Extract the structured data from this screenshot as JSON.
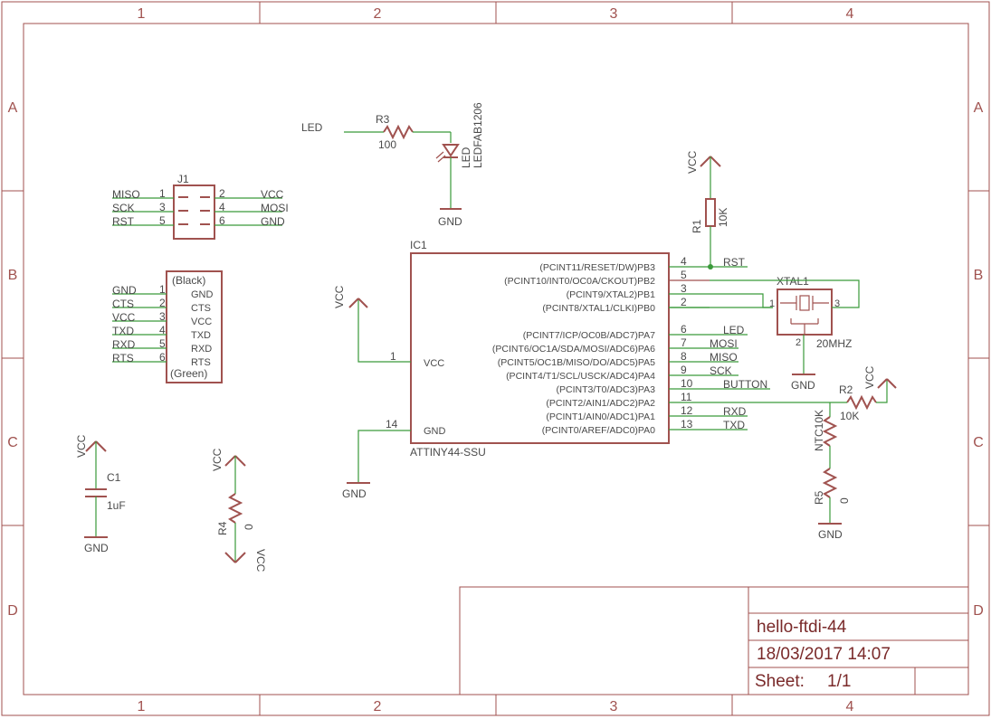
{
  "frame": {
    "columns": [
      "1",
      "2",
      "3",
      "4"
    ],
    "rows": [
      "A",
      "B",
      "C",
      "D"
    ]
  },
  "title_block": {
    "title": "hello-ftdi-44",
    "date": "18/03/2017 14:07",
    "sheet_label": "Sheet:",
    "sheet_value": "1/1"
  },
  "components": {
    "r3": {
      "name": "R3",
      "value": "100",
      "net": "LED"
    },
    "led": {
      "pin": "LED",
      "package": "LEDFAB1206",
      "gnd": "GND"
    },
    "j1": {
      "name": "J1",
      "left": [
        {
          "net": "MISO",
          "pin": "1"
        },
        {
          "net": "SCK",
          "pin": "3"
        },
        {
          "net": "RST",
          "pin": "5"
        }
      ],
      "right": [
        {
          "pin": "2",
          "net": "VCC"
        },
        {
          "pin": "4",
          "net": "MOSI"
        },
        {
          "pin": "6",
          "net": "GND"
        }
      ]
    },
    "ftdi": {
      "top": "(Black)",
      "bottom": "(Green)",
      "pins": [
        {
          "net": "GND",
          "num": "1",
          "label": "GND"
        },
        {
          "net": "CTS",
          "num": "2",
          "label": "CTS"
        },
        {
          "net": "VCC",
          "num": "3",
          "label": "VCC"
        },
        {
          "net": "TXD",
          "num": "4",
          "label": "TXD"
        },
        {
          "net": "RXD",
          "num": "5",
          "label": "RXD"
        },
        {
          "net": "RTS",
          "num": "6",
          "label": "RTS"
        }
      ]
    },
    "ic1": {
      "name": "IC1",
      "part": "ATTINY44-SSU",
      "vcc_label": "VCC",
      "vcc_pin": "1",
      "gnd_label": "GND",
      "gnd_pin": "14",
      "vcc_net": "VCC",
      "gnd_net": "GND",
      "right_pins": [
        {
          "label": "(PCINT11/RESET/DW)PB3",
          "num": "4",
          "net": "RST"
        },
        {
          "label": "(PCINT10/INT0/OC0A/CKOUT)PB2",
          "num": "5",
          "net": ""
        },
        {
          "label": "(PCINT9/XTAL2)PB1",
          "num": "3",
          "net": ""
        },
        {
          "label": "(PCINT8/XTAL1/CLKI)PB0",
          "num": "2",
          "net": ""
        },
        {
          "label": "(PCINT7/ICP/OC0B/ADC7)PA7",
          "num": "6",
          "net": "LED"
        },
        {
          "label": "(PCINT6/OC1A/SDA/MOSI/ADC6)PA6",
          "num": "7",
          "net": "MOSI"
        },
        {
          "label": "(PCINT5/OC1B/MISO/DO/ADC5)PA5",
          "num": "8",
          "net": "MISO"
        },
        {
          "label": "(PCINT4/T1/SCL/USCK/ADC4)PA4",
          "num": "9",
          "net": "SCK"
        },
        {
          "label": "(PCINT3/T0/ADC3)PA3",
          "num": "10",
          "net": "BUTTON"
        },
        {
          "label": "(PCINT2/AIN1/ADC2)PA2",
          "num": "11",
          "net": ""
        },
        {
          "label": "(PCINT1/AIN0/ADC1)PA1",
          "num": "12",
          "net": "RXD"
        },
        {
          "label": "(PCINT0/AREF/ADC0)PA0",
          "num": "13",
          "net": "TXD"
        }
      ]
    },
    "r1": {
      "name": "R1",
      "value": "10K",
      "vcc": "VCC"
    },
    "xtal1": {
      "name": "XTAL1",
      "value": "20MHZ",
      "pin1": "1",
      "pin2": "2",
      "pin3": "3",
      "gnd": "GND"
    },
    "r2": {
      "name": "R2",
      "value": "10K",
      "vcc": "VCC"
    },
    "ntc": {
      "value": "NTC10K"
    },
    "r5": {
      "name": "R5",
      "value": "0",
      "gnd": "GND"
    },
    "c1": {
      "name": "C1",
      "value": "1uF",
      "vcc": "VCC",
      "gnd": "GND"
    },
    "r4": {
      "name": "R4",
      "value": "0",
      "vcc_top": "VCC",
      "vcc_bottom": "VCC"
    }
  }
}
